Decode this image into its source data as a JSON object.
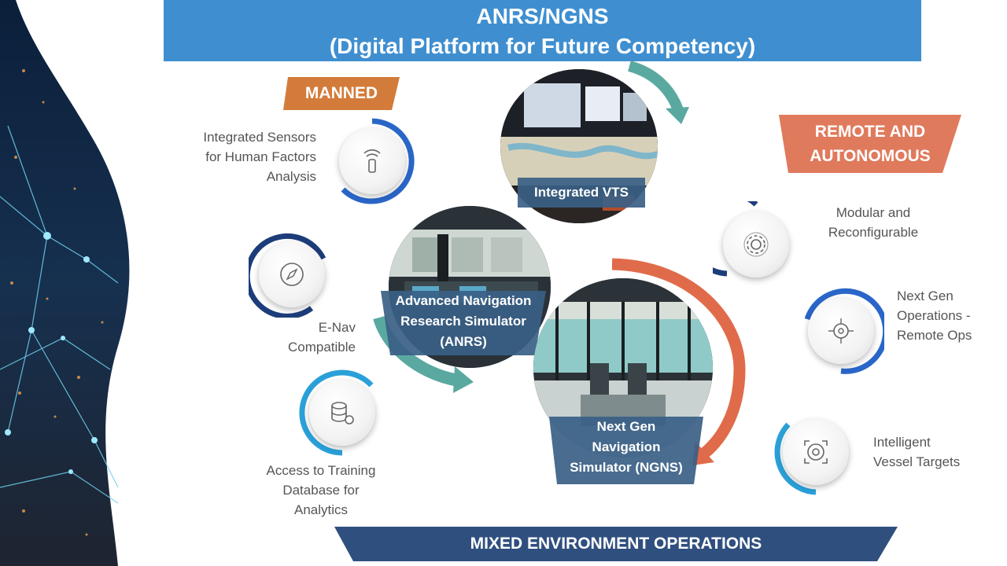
{
  "title": {
    "line1": "ANRS/NGNS",
    "line2": "(Digital Platform for Future Competency)"
  },
  "tags": {
    "manned": "MANNED",
    "remote_line1": "REMOTE AND",
    "remote_line2": "AUTONOMOUS",
    "mixed": "MIXED ENVIRONMENT OPERATIONS"
  },
  "features_left": [
    {
      "icon": "sensor-remote-icon",
      "lines": [
        "Integrated Sensors",
        "for Human Factors",
        "Analysis"
      ]
    },
    {
      "icon": "compass-icon",
      "lines": [
        "E-Nav",
        "Compatible"
      ]
    },
    {
      "icon": "database-gear-icon",
      "lines": [
        "Access to Training",
        "Database for",
        "Analytics"
      ]
    }
  ],
  "features_right": [
    {
      "icon": "gear-modules-icon",
      "lines": [
        "Modular and",
        "Reconfigurable"
      ]
    },
    {
      "icon": "remote-network-icon",
      "lines": [
        "Next Gen",
        "Operations -",
        "Remote Ops"
      ]
    },
    {
      "icon": "target-crosshair-icon",
      "lines": [
        "Intelligent",
        "Vessel Targets"
      ]
    }
  ],
  "photos": {
    "vts": "Integrated VTS",
    "anrs": [
      "Advanced Navigation",
      "Research Simulator",
      "(ANRS)"
    ],
    "ngns": [
      "Next Gen",
      "Navigation",
      "Simulator  (NGNS)"
    ]
  },
  "colors": {
    "title_bg": "#3f8fd0",
    "manned_tag": "#d37b3a",
    "remote_tag": "#e07a5c",
    "mixed_tag": "#2f4f7f",
    "teal_arrow": "#5aa9a0",
    "orange_arrow": "#e06b4a",
    "label_bg": "#3a5f86"
  }
}
